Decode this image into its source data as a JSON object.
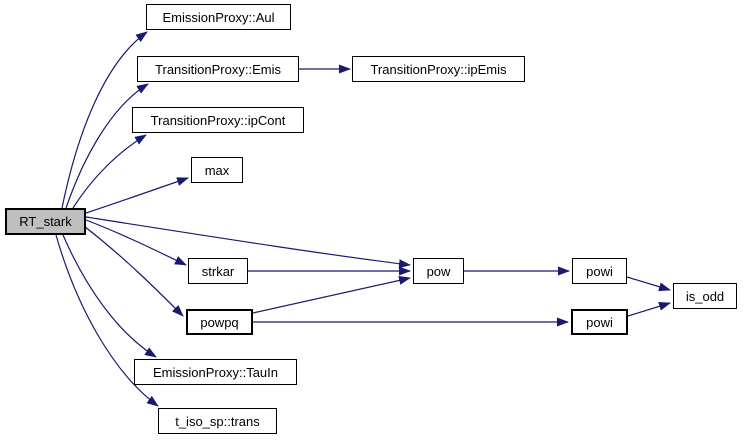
{
  "graph": {
    "type": "call-graph",
    "colors": {
      "background": "#ffffff",
      "edge": "#191970",
      "node_border": "#000000",
      "node_fill": "#ffffff",
      "highlight_fill": "#bfbfbf",
      "text": "#000000"
    },
    "nodes": [
      {
        "id": "rt-stark",
        "label": "RT_stark",
        "highlighted": true
      },
      {
        "id": "aul",
        "label": "EmissionProxy::Aul"
      },
      {
        "id": "emis",
        "label": "TransitionProxy::Emis"
      },
      {
        "id": "ipemis",
        "label": "TransitionProxy::ipEmis"
      },
      {
        "id": "ipcont",
        "label": "TransitionProxy::ipCont"
      },
      {
        "id": "max",
        "label": "max"
      },
      {
        "id": "strkar",
        "label": "strkar"
      },
      {
        "id": "pow",
        "label": "pow"
      },
      {
        "id": "powi-upper",
        "label": "powi"
      },
      {
        "id": "is-odd",
        "label": "is_odd"
      },
      {
        "id": "powpq",
        "label": "powpq",
        "bold_border": true
      },
      {
        "id": "powi-lower",
        "label": "powi",
        "bold_border": true
      },
      {
        "id": "tauin",
        "label": "EmissionProxy::TauIn"
      },
      {
        "id": "trans",
        "label": "t_iso_sp::trans"
      }
    ],
    "edges": [
      {
        "from": "RT_stark",
        "to": "EmissionProxy::Aul"
      },
      {
        "from": "RT_stark",
        "to": "TransitionProxy::Emis"
      },
      {
        "from": "RT_stark",
        "to": "TransitionProxy::ipCont"
      },
      {
        "from": "RT_stark",
        "to": "max"
      },
      {
        "from": "RT_stark",
        "to": "strkar"
      },
      {
        "from": "RT_stark",
        "to": "pow"
      },
      {
        "from": "RT_stark",
        "to": "powpq"
      },
      {
        "from": "RT_stark",
        "to": "EmissionProxy::TauIn"
      },
      {
        "from": "RT_stark",
        "to": "t_iso_sp::trans"
      },
      {
        "from": "TransitionProxy::Emis",
        "to": "TransitionProxy::ipEmis"
      },
      {
        "from": "strkar",
        "to": "pow"
      },
      {
        "from": "powpq",
        "to": "pow"
      },
      {
        "from": "powpq",
        "to": "powi (lower)"
      },
      {
        "from": "pow",
        "to": "powi (upper)"
      },
      {
        "from": "powi (upper)",
        "to": "is_odd"
      },
      {
        "from": "powi (lower)",
        "to": "is_odd"
      }
    ]
  }
}
